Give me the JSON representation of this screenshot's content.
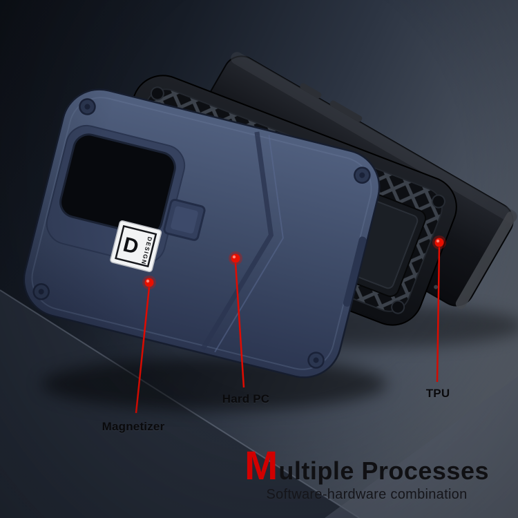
{
  "scene": {
    "description": "exploded view of shockproof phone case: blue hard PC shell, black TPU layer, phone",
    "logo": {
      "letter": "D",
      "vertical_text": "DESIGN"
    },
    "colors": {
      "accent_red": "#e10b00",
      "case_blue": "#3f4c68",
      "case_black": "#15181d",
      "phone_black": "#0d0f13"
    }
  },
  "callouts": [
    {
      "id": "magnetizer",
      "label": "Magnetizer"
    },
    {
      "id": "hard-pc",
      "label": "Hard PC"
    },
    {
      "id": "tpu",
      "label": "TPU"
    }
  ],
  "title": {
    "lead": "M",
    "rest": "ultiple Processes",
    "subtitle": "Software-hardware combination"
  }
}
